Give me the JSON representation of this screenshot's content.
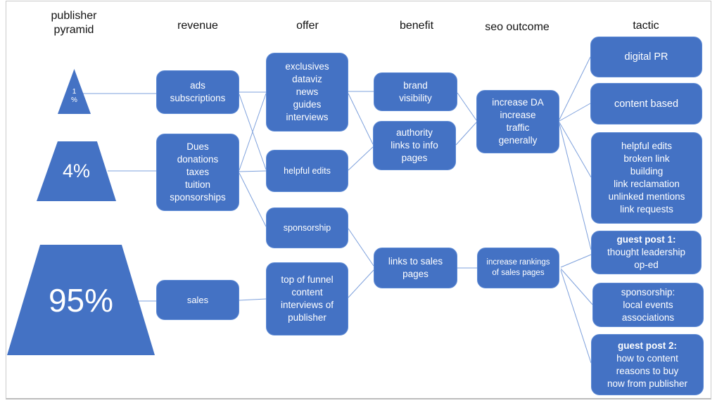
{
  "headers": {
    "publisher_pyramid": "publisher pyramid",
    "revenue": "revenue",
    "offer": "offer",
    "benefit": "benefit",
    "seo_outcome": "seo outcome",
    "tactic": "tactic"
  },
  "pyramid": {
    "tier1_label": "1 %",
    "tier2_label": "4%",
    "tier3_label": "95%"
  },
  "revenue": {
    "ads": {
      "line1": "ads",
      "line2": "subscriptions"
    },
    "dues": {
      "line1": "Dues",
      "line2": "donations",
      "line3": "taxes",
      "line4": "tuition",
      "line5": "sponsorships"
    },
    "sales": {
      "line1": "sales"
    }
  },
  "offer": {
    "exclusives": {
      "line1": "exclusives",
      "line2": "dataviz",
      "line3": "news",
      "line4": "guides",
      "line5": "interviews"
    },
    "helpful_edits": {
      "line1": "helpful edits"
    },
    "sponsorship": {
      "line1": "sponsorship"
    },
    "top_of_funnel": {
      "line1": "top of funnel",
      "line2": "content",
      "line3": "interviews of",
      "line4": "publisher"
    }
  },
  "benefit": {
    "brand_visibility": {
      "line1": "brand",
      "line2": "visibility"
    },
    "authority_links": {
      "line1": "authority",
      "line2": "links to info",
      "line3": "pages"
    },
    "links_to_sales": {
      "line1": "links to sales",
      "line2": "pages"
    }
  },
  "seo_outcome": {
    "increase_da": {
      "line1": "increase DA",
      "line2": "increase",
      "line3": "traffic",
      "line4": "generally"
    },
    "increase_rankings": {
      "line1": "increase rankings",
      "line2": "of sales pages"
    }
  },
  "tactic": {
    "digital_pr": {
      "line1": "digital PR"
    },
    "content_based": {
      "line1": "content based"
    },
    "link_building": {
      "line1": "helpful edits",
      "line2": "broken link",
      "line3": "building",
      "line4": "link reclamation",
      "line5": "unlinked mentions",
      "line6": "link requests"
    },
    "guest_post_1": {
      "title": "guest post 1:",
      "line2": "thought leadership",
      "line3": "op-ed"
    },
    "sponsorship_local": {
      "line1": "sponsorship:",
      "line2": "local events",
      "line3": "associations"
    },
    "guest_post_2": {
      "title": "guest post 2:",
      "line2": "how to content",
      "line3": "reasons to buy",
      "line4": "now from publisher"
    }
  },
  "colors": {
    "box_fill": "#4472c4",
    "connector": "#7da0dc",
    "box_text": "#ffffff",
    "header_text": "#111111"
  }
}
